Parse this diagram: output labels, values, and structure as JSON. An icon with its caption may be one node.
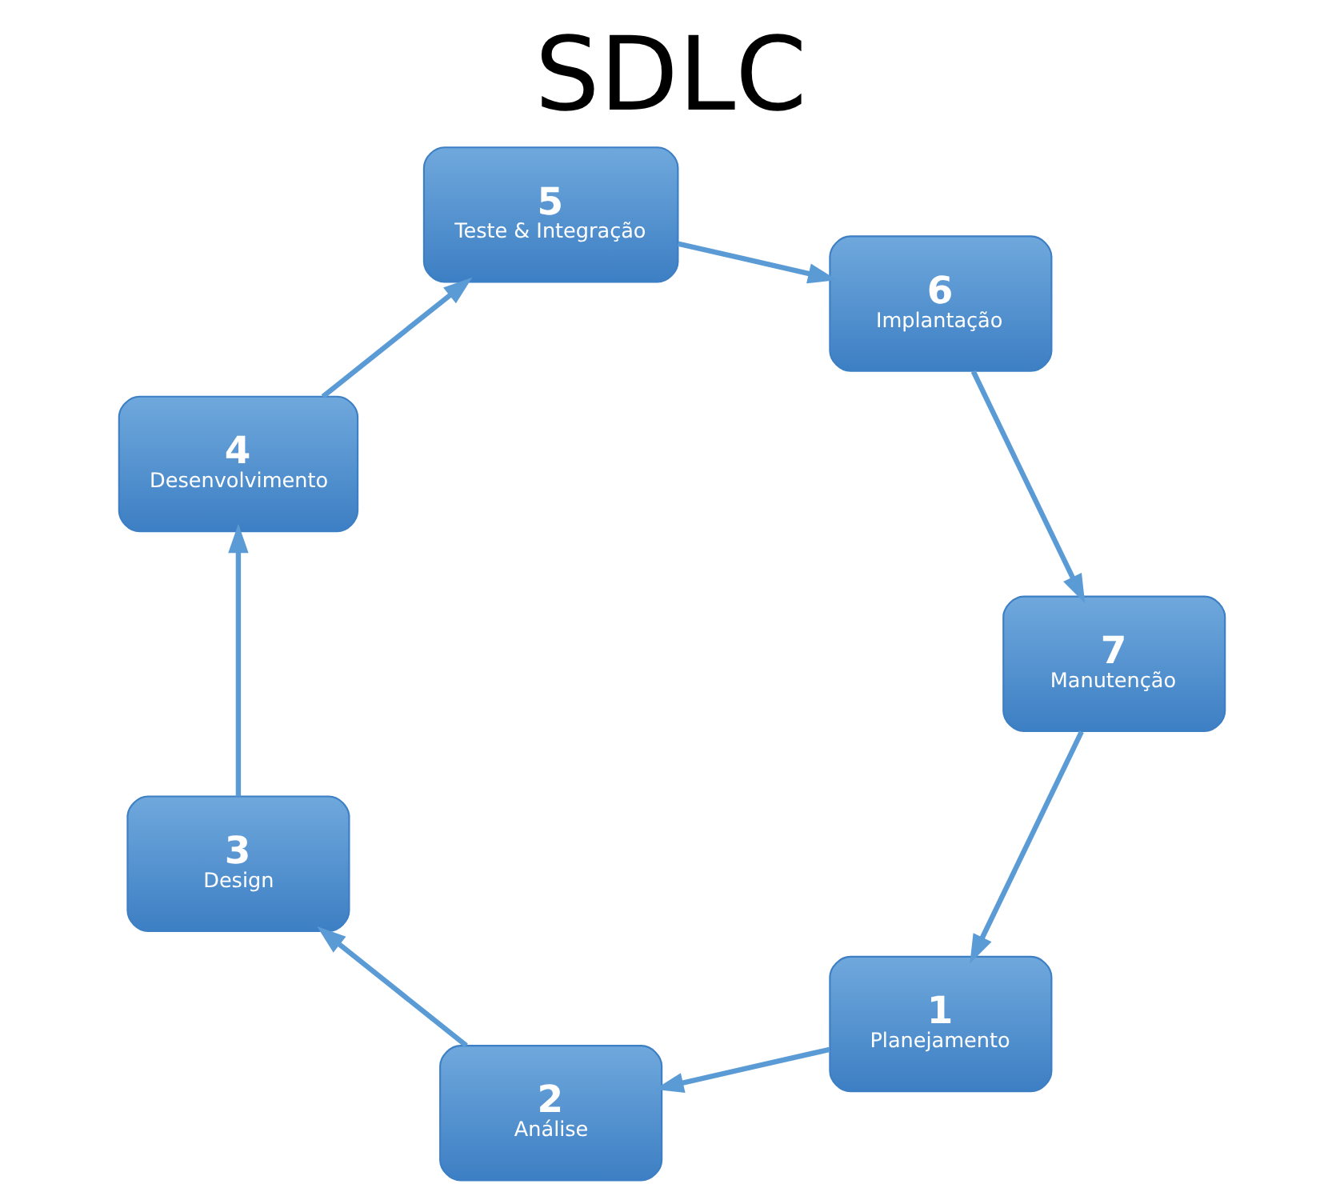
{
  "diagram": {
    "title": "SDLC",
    "nodes": [
      {
        "text": [
          "1",
          "Planejamento"
        ]
      },
      {
        "text": [
          "2",
          "Análise"
        ]
      },
      {
        "text": [
          "3",
          "Design"
        ]
      },
      {
        "text": [
          "4",
          "Desenvolvimento"
        ]
      },
      {
        "text": [
          "5",
          "Teste & Integração"
        ]
      },
      {
        "text": [
          "6",
          "Implantação"
        ]
      },
      {
        "text": [
          "7",
          "Manutenção"
        ]
      }
    ],
    "edges": [
      {
        "from": 0,
        "to": 1,
        "arrow": "to"
      },
      {
        "from": 1,
        "to": 2,
        "arrow": "to"
      },
      {
        "from": 2,
        "to": 3,
        "arrow": "to"
      },
      {
        "from": 3,
        "to": 4,
        "arrow": "to"
      },
      {
        "from": 4,
        "to": 5,
        "arrow": "to"
      },
      {
        "from": 5,
        "to": 6,
        "arrow": "to"
      },
      {
        "from": 6,
        "to": 0,
        "arrow": "to"
      }
    ]
  }
}
